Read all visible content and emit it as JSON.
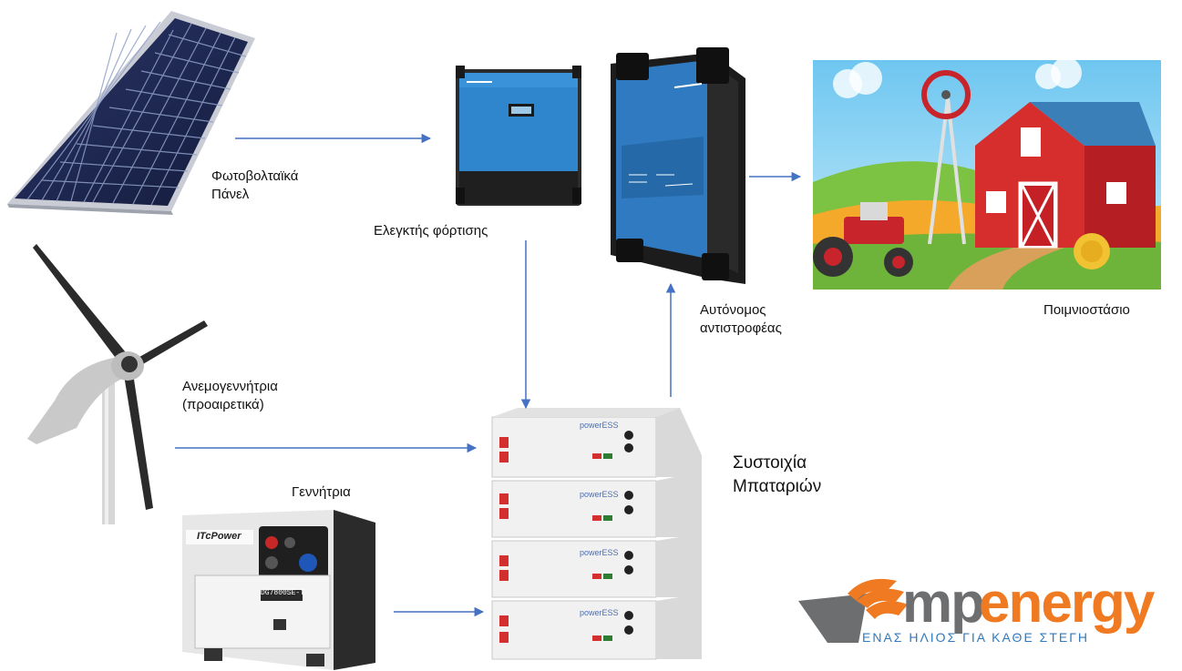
{
  "labels": {
    "solar": [
      "Φωτοβολταϊκά",
      "Πάνελ"
    ],
    "controller": "Ελεγκτής φόρτισης",
    "inverter": [
      "Αυτόνομος",
      "αντιστροφέας"
    ],
    "barn": "Ποιμνιοστάσιο",
    "wind": [
      "Ανεμογεννήτρια",
      "(προαιρετικά)"
    ],
    "generator": "Γεννήτρια",
    "battery": [
      "Συστοιχία",
      "Μπαταριών"
    ]
  },
  "device_text": {
    "generator_brand": "ITcPower",
    "generator_model": "DG7800SE-T",
    "battery_brand": "powerESS"
  },
  "logo": {
    "mp": "mp",
    "energy": "energy",
    "slogan": "ΕΝΑΣ ΗΛΙΟΣ ΓΙΑ ΚΑΘΕ ΣΤΕΓΗ"
  },
  "colors": {
    "arrow": "#4472c4",
    "victron_blue": "#2f7ac0",
    "logo_gray": "#6d6e70",
    "logo_orange": "#f07a22"
  }
}
